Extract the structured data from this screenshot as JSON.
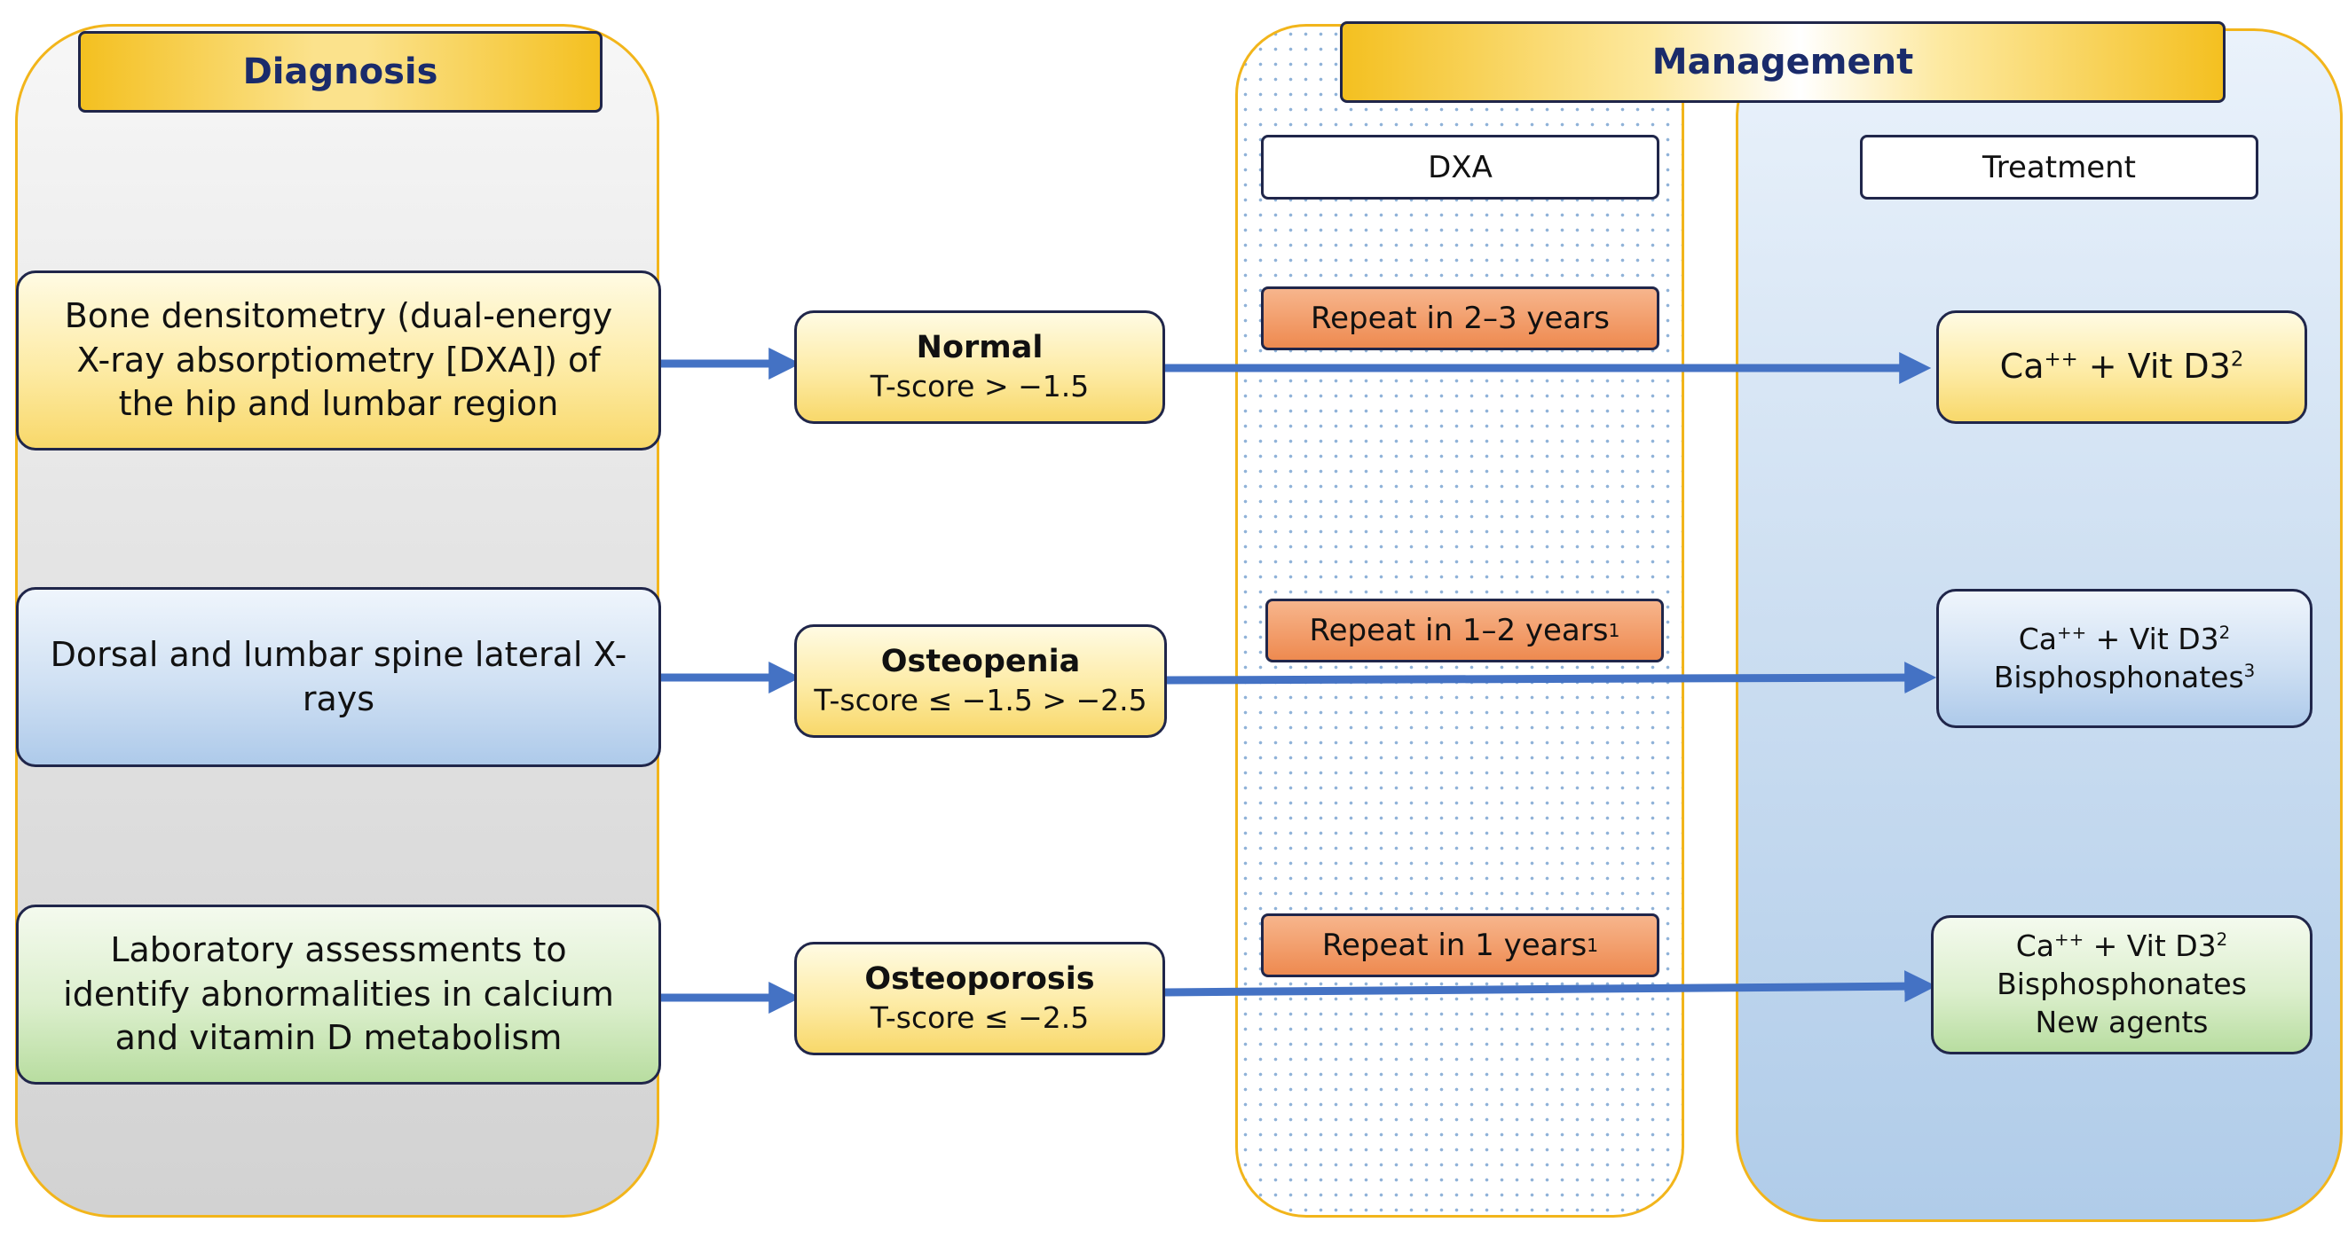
{
  "headers": {
    "diagnosis": "Diagnosis",
    "management": "Management",
    "dxa": "DXA",
    "treatment": "Treatment"
  },
  "diagnosis_items": [
    "Bone densitometry (dual-energy X-ray absorptiometry [DXA]) of the hip and lumbar region",
    "Dorsal and lumbar spine lateral X-rays",
    "Laboratory assessments to identify abnormalities in calcium and vitamin D metabolism"
  ],
  "classifications": [
    {
      "title": "Normal",
      "criterion": "T-score > −1.5"
    },
    {
      "title": "Osteopenia",
      "criterion": "T-score ≤ −1.5 > −2.5"
    },
    {
      "title": "Osteoporosis",
      "criterion": "T-score ≤ −2.5"
    }
  ],
  "dxa_repeat": [
    {
      "text": "Repeat in 2–3 years",
      "sup": ""
    },
    {
      "text": "Repeat in 1–2 years",
      "sup": "1"
    },
    {
      "text": "Repeat in 1 years",
      "sup": "1"
    }
  ],
  "treatments": {
    "normal": {
      "ca": "Ca",
      "ca_sup": "++",
      "vit": " + Vit D3",
      "vit_sup": "2"
    },
    "osteopenia": {
      "ca": "Ca",
      "ca_sup": "++",
      "vit": " + Vit D3",
      "vit_sup": "2",
      "line2": "Bisphosphonates",
      "line2_sup": "3"
    },
    "osteoporosis": {
      "ca": "Ca",
      "ca_sup": "++",
      "vit": " + Vit D3",
      "vit_sup": "2",
      "line2": "Bisphosphonates",
      "line3": "New agents"
    }
  },
  "colors": {
    "arrow": "#4472c4",
    "panel_border": "#f2b51b",
    "box_border": "#20264a",
    "header_text": "#1a2b6b"
  }
}
